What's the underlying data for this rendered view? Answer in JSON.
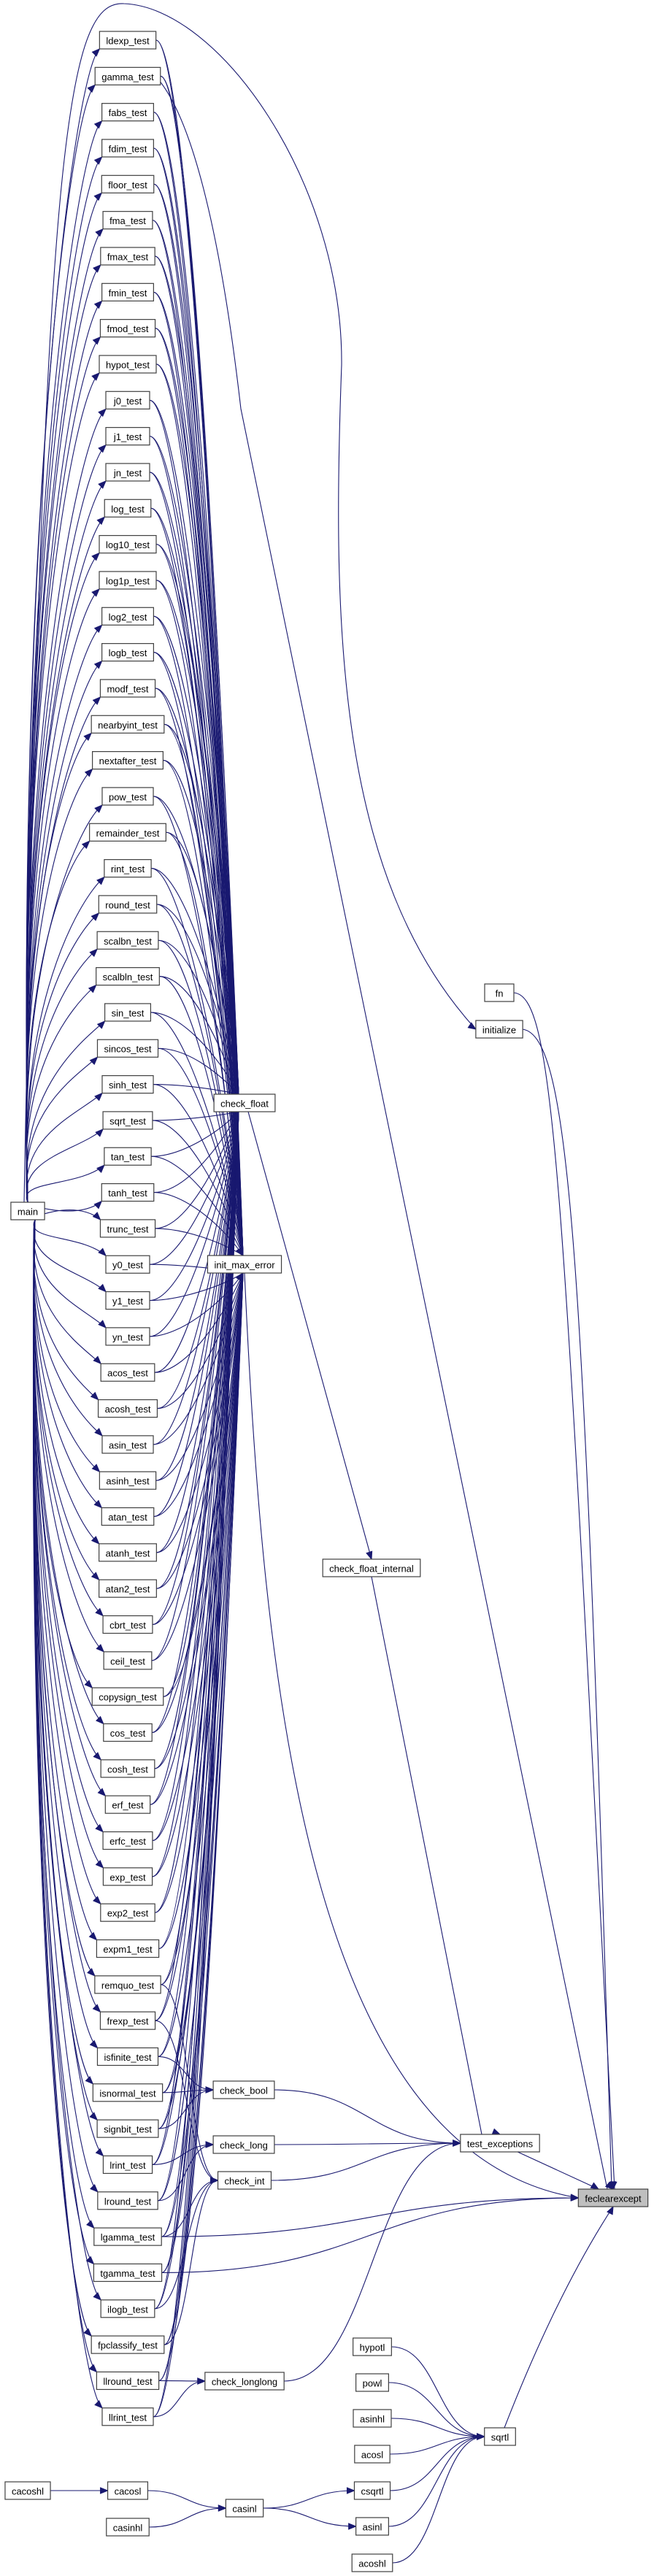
{
  "graph": {
    "title": "Caller graph for feclearexcept",
    "highlighted_node": "feclearexcept",
    "colors": {
      "edge": "#191970",
      "node_border": "#404040",
      "highlight_fill": "#bfbfbf",
      "node_fill": "#ffffff"
    },
    "test_nodes": [
      "ldexp_test",
      "gamma_test",
      "fabs_test",
      "fdim_test",
      "floor_test",
      "fma_test",
      "fmax_test",
      "fmin_test",
      "fmod_test",
      "hypot_test",
      "j0_test",
      "j1_test",
      "jn_test",
      "log_test",
      "log10_test",
      "log1p_test",
      "log2_test",
      "logb_test",
      "modf_test",
      "nearbyint_test",
      "nextafter_test",
      "pow_test",
      "remainder_test",
      "rint_test",
      "round_test",
      "scalbn_test",
      "scalbln_test",
      "sin_test",
      "sincos_test",
      "sinh_test",
      "sqrt_test",
      "tan_test",
      "tanh_test",
      "trunc_test",
      "y0_test",
      "y1_test",
      "yn_test",
      "acos_test",
      "acosh_test",
      "asin_test",
      "asinh_test",
      "atan_test",
      "atanh_test",
      "atan2_test",
      "cbrt_test",
      "ceil_test",
      "copysign_test",
      "cos_test",
      "cosh_test",
      "erf_test",
      "erfc_test",
      "exp_test",
      "exp2_test",
      "expm1_test",
      "remquo_test",
      "frexp_test",
      "isfinite_test",
      "isnormal_test",
      "signbit_test",
      "lrint_test",
      "lround_test",
      "lgamma_test",
      "tgamma_test",
      "ilogb_test",
      "fpclassify_test",
      "llround_test",
      "llrint_test"
    ],
    "other_nodes": {
      "main": "main",
      "check_float": "check_float",
      "init_max_error": "init_max_error",
      "check_float_internal": "check_float_internal",
      "fn": "fn",
      "initialize": "initialize",
      "check_bool": "check_bool",
      "check_long": "check_long",
      "check_int": "check_int",
      "check_longlong": "check_longlong",
      "test_exceptions": "test_exceptions",
      "feclearexcept": "feclearexcept",
      "hypotl": "hypotl",
      "powl": "powl",
      "asinhl": "asinhl",
      "acosl": "acosl",
      "csqrtl": "csqrtl",
      "asinl": "asinl",
      "acoshl": "acoshl",
      "sqrtl": "sqrtl",
      "cacoshl": "cacoshl",
      "cacosl": "cacosl",
      "casinhl": "casinhl",
      "casinl": "casinl"
    },
    "edges": [
      [
        "main",
        "initialize"
      ],
      [
        "initialize",
        "feclearexcept"
      ],
      [
        "fn",
        "feclearexcept"
      ],
      [
        "gamma_test",
        "feclearexcept"
      ],
      [
        "lgamma_test",
        "feclearexcept"
      ],
      [
        "tgamma_test",
        "feclearexcept"
      ],
      [
        "init_max_error",
        "feclearexcept"
      ],
      [
        "test_exceptions",
        "feclearexcept"
      ],
      [
        "sqrtl",
        "feclearexcept"
      ],
      [
        "check_float",
        "check_float_internal"
      ],
      [
        "check_float_internal",
        "test_exceptions"
      ],
      [
        "check_bool",
        "test_exceptions"
      ],
      [
        "check_long",
        "test_exceptions"
      ],
      [
        "check_int",
        "test_exceptions"
      ],
      [
        "check_longlong",
        "test_exceptions"
      ],
      [
        "isfinite_test",
        "check_bool"
      ],
      [
        "isnormal_test",
        "check_bool"
      ],
      [
        "signbit_test",
        "check_bool"
      ],
      [
        "lrint_test",
        "check_long"
      ],
      [
        "lround_test",
        "check_long"
      ],
      [
        "remquo_test",
        "check_int"
      ],
      [
        "frexp_test",
        "check_int"
      ],
      [
        "lgamma_test",
        "check_int"
      ],
      [
        "ilogb_test",
        "check_int"
      ],
      [
        "fpclassify_test",
        "check_int"
      ],
      [
        "llround_test",
        "check_longlong"
      ],
      [
        "llrint_test",
        "check_longlong"
      ],
      [
        "hypotl",
        "sqrtl"
      ],
      [
        "powl",
        "sqrtl"
      ],
      [
        "asinhl",
        "sqrtl"
      ],
      [
        "acosl",
        "sqrtl"
      ],
      [
        "csqrtl",
        "sqrtl"
      ],
      [
        "asinl",
        "sqrtl"
      ],
      [
        "acoshl",
        "sqrtl"
      ],
      [
        "casinl",
        "csqrtl"
      ],
      [
        "casinl",
        "asinl"
      ],
      [
        "cacosl",
        "casinl"
      ],
      [
        "casinhl",
        "casinl"
      ],
      [
        "cacoshl",
        "cacosl"
      ]
    ],
    "main_calls_all_tests": true,
    "tests_calling_check_float_and_init_max_error": [
      "ldexp_test",
      "gamma_test",
      "fabs_test",
      "fdim_test",
      "floor_test",
      "fma_test",
      "fmax_test",
      "fmin_test",
      "fmod_test",
      "hypot_test",
      "j0_test",
      "j1_test",
      "jn_test",
      "log_test",
      "log10_test",
      "log1p_test",
      "log2_test",
      "logb_test",
      "modf_test",
      "nearbyint_test",
      "nextafter_test",
      "pow_test",
      "remainder_test",
      "rint_test",
      "round_test",
      "scalbn_test",
      "scalbln_test",
      "sin_test",
      "sincos_test",
      "sinh_test",
      "sqrt_test",
      "tan_test",
      "tanh_test",
      "trunc_test",
      "y0_test",
      "y1_test",
      "yn_test",
      "acos_test",
      "acosh_test",
      "asin_test",
      "asinh_test",
      "atan_test",
      "atanh_test",
      "atan2_test",
      "cbrt_test",
      "ceil_test",
      "copysign_test",
      "cos_test",
      "cosh_test",
      "erf_test",
      "erfc_test",
      "exp_test",
      "exp2_test",
      "expm1_test",
      "remquo_test",
      "frexp_test",
      "isfinite_test",
      "isnormal_test",
      "signbit_test",
      "lrint_test",
      "lround_test",
      "lgamma_test",
      "tgamma_test",
      "ilogb_test",
      "fpclassify_test",
      "llround_test",
      "llrint_test"
    ]
  }
}
